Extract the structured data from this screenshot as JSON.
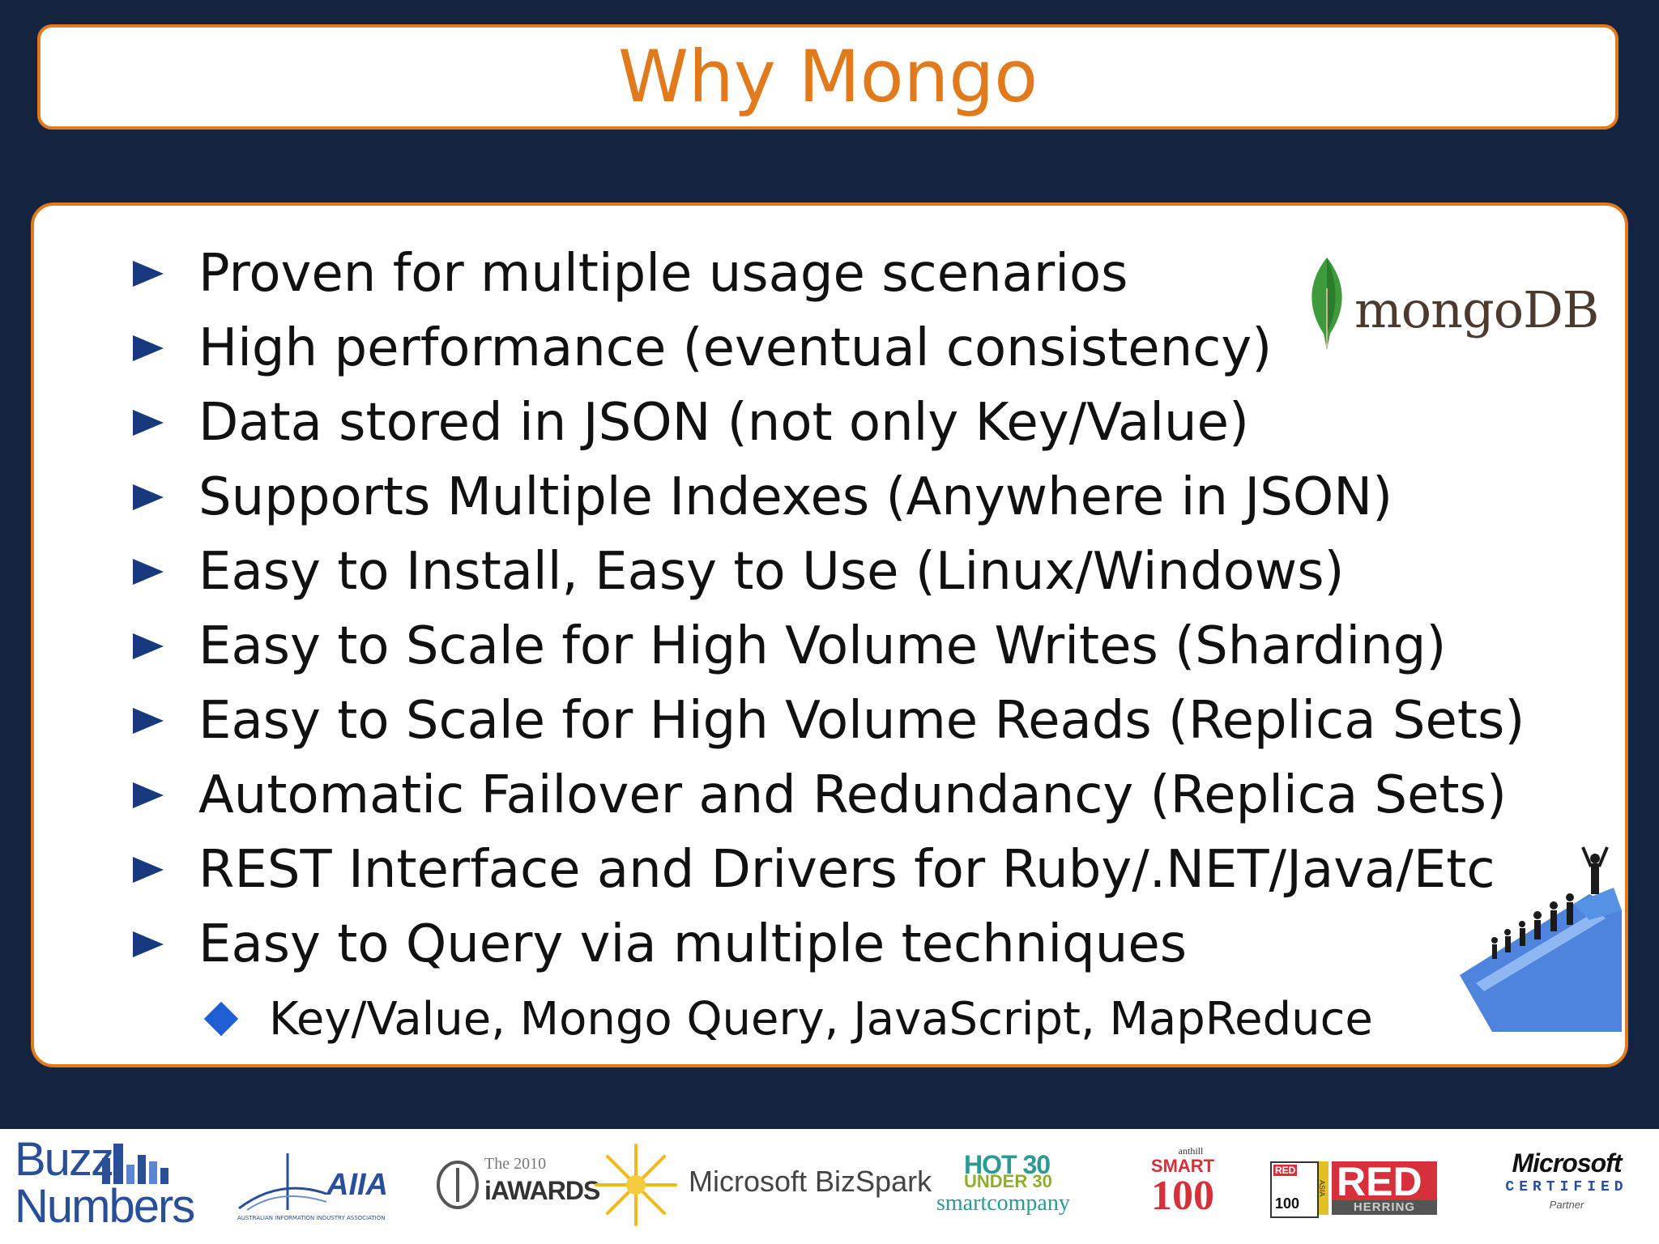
{
  "slide": {
    "title": "Why Mongo",
    "bullets": [
      "Proven for multiple usage scenarios",
      "High performance (eventual consistency)",
      "Data stored in JSON (not only Key/Value)",
      "Supports Multiple Indexes (Anywhere in JSON)",
      "Easy to Install, Easy to Use (Linux/Windows)",
      "Easy to Scale for High Volume Writes (Sharding)",
      "Easy to Scale for High Volume Reads (Replica Sets)",
      "Automatic Failover and Redundancy (Replica Sets)",
      "REST Interface and Drivers for Ruby/.NET/Java/Etc",
      "Easy to Query via multiple techniques"
    ],
    "sub_bullet": "Key/Value, Mongo Query, JavaScript, MapReduce",
    "logo_text": "mongoDB",
    "icons": {
      "bullet": "triangle-arrow-icon",
      "sub_bullet": "diamond-icon",
      "logo": "mongodb-leaf-icon",
      "illustration": "podium-people-icon"
    }
  },
  "footer": {
    "buzz_line1": "Buzz",
    "buzz_line2": "Numbers",
    "aiia": "AIIA",
    "aiia_sub": "AUSTRALIAN INFORMATION INDUSTRY ASSOCIATION",
    "iawards_year": "The 2010",
    "iawards": "iAWARDS",
    "bizspark": "Microsoft BizSpark",
    "hot30_a": "HOT 30",
    "hot30_b": "UNDER 30",
    "hot30_c": "smartcompany",
    "smart100_a": "anthill",
    "smart100_b": "SMART",
    "smart100_c": "100",
    "redh_small": "RED",
    "redh_100": "100",
    "redh_asia": "ASIA",
    "redh_big": "RED",
    "redh_herring": "HERRING",
    "ms_a": "Microsoft",
    "ms_b": "CERTIFIED",
    "ms_c": "Partner"
  },
  "colors": {
    "background": "#14233f",
    "accent_orange": "#e07a1c",
    "bullet_navy": "#173a7e",
    "diamond_blue": "#1e5fd6"
  }
}
